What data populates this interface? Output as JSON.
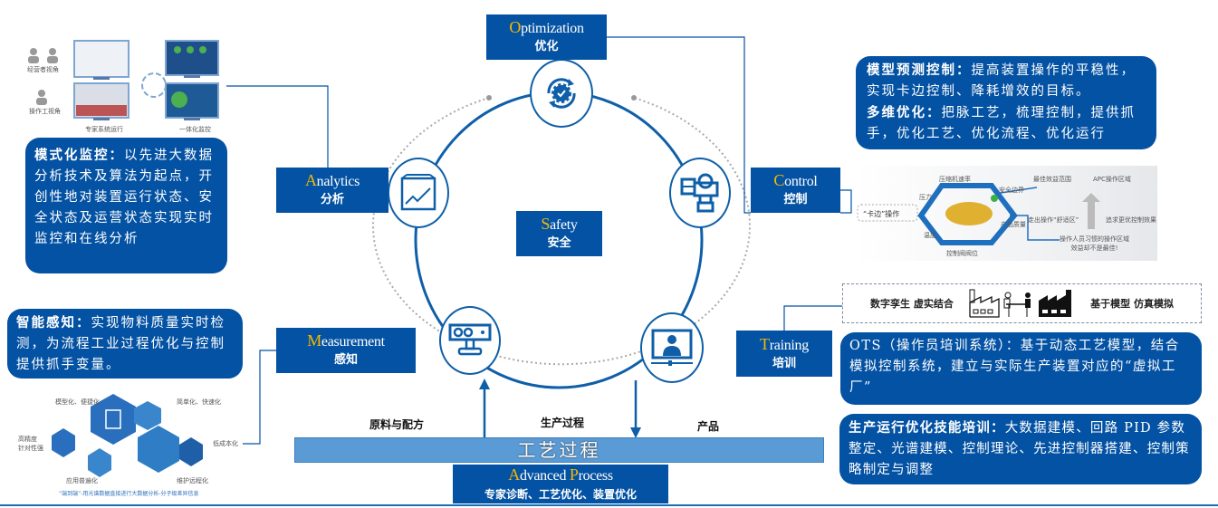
{
  "nodes": {
    "optimization": {
      "initial": "O",
      "rest": "ptimization",
      "zh": "优化"
    },
    "analytics": {
      "initial": "A",
      "rest": "nalytics",
      "zh": "分析"
    },
    "control": {
      "initial": "C",
      "rest": "ontrol",
      "zh": "控制"
    },
    "safety": {
      "initial": "S",
      "rest": "afety",
      "zh": "安全"
    },
    "measurement": {
      "initial": "M",
      "rest": "easurement",
      "zh": "感知"
    },
    "training": {
      "initial": "T",
      "rest": "raining",
      "zh": "培训"
    },
    "advanced": {
      "initial1": "A",
      "rest1": "dvanced ",
      "initial2": "P",
      "rest2": "rocess",
      "zh": "专家诊断、工艺优化、装置优化"
    }
  },
  "process": {
    "bar_label": "工艺过程",
    "input_label": "原料与配方",
    "middle_label": "生产过程",
    "output_label": "产品"
  },
  "bubbles": {
    "monitoring": {
      "title": "模式化监控：",
      "body": "以先进大数据分析技术及算法为起点，开创性地对装置运行状态、安全状态及运营状态实现实时监控和在线分析"
    },
    "sensing": {
      "title": "智能感知：",
      "body": "实现物料质量实时检测，为流程工业过程优化与控制提供抓手变量。"
    },
    "control": {
      "title1": "模型预测控制：",
      "body1": "提高装置操作的平稳性，实现卡边控制、降耗增效的目标。",
      "title2": "多维优化：",
      "body2": "把脉工艺，梳理控制，提供抓手，优化工艺、优化流程、优化运行"
    },
    "ots": {
      "body": "OTS（操作员培训系统）：基于动态工艺模型，结合模拟控制系统，建立与实际生产装置对应的“虚拟工厂”"
    },
    "skills": {
      "title": "生产运行优化技能培训：",
      "body": "大数据建模、回路 PID 参数整定、光谱建模、控制理论、先进控制器搭建、控制策略制定与调整"
    }
  },
  "training_banner": {
    "left": "数字孪生 虚实结合",
    "right": "基于模型 仿真模拟"
  },
  "control_image": {
    "edge_op": "“卡边”操作",
    "top": "压缩机速率",
    "e1": "压力",
    "e2": "温度",
    "e3": "控制阀阀位",
    "e4": "产品质量",
    "e5": "安全边界",
    "best": "最佳效益范围",
    "apc": "APC操作区域",
    "push": "走出操作“舒适区”",
    "pursue": "追求更优控制效果",
    "habit": "操作人员习惯的操作区域\n效益却不是最佳!"
  },
  "monitor_image": {
    "role1": "经营者视角",
    "role2": "操作工视角",
    "cap1": "专家系统运行",
    "cap2": "一体化监控"
  },
  "sensing_image": {
    "l1": "模型化、便捷化",
    "l2": "简单化、快速化",
    "l3": "高精度\n针对性强",
    "l4": "低成本化",
    "l5": "应用普遍化",
    "l6": "维护远程化",
    "caption": "“端到端”-用光谱数据直接进行大数据分析-分子级差异信息"
  },
  "colors": {
    "primary": "#0452a3",
    "accent": "#f5b800",
    "bar": "#5b9bd5",
    "ring": "#0f5fa8"
  }
}
